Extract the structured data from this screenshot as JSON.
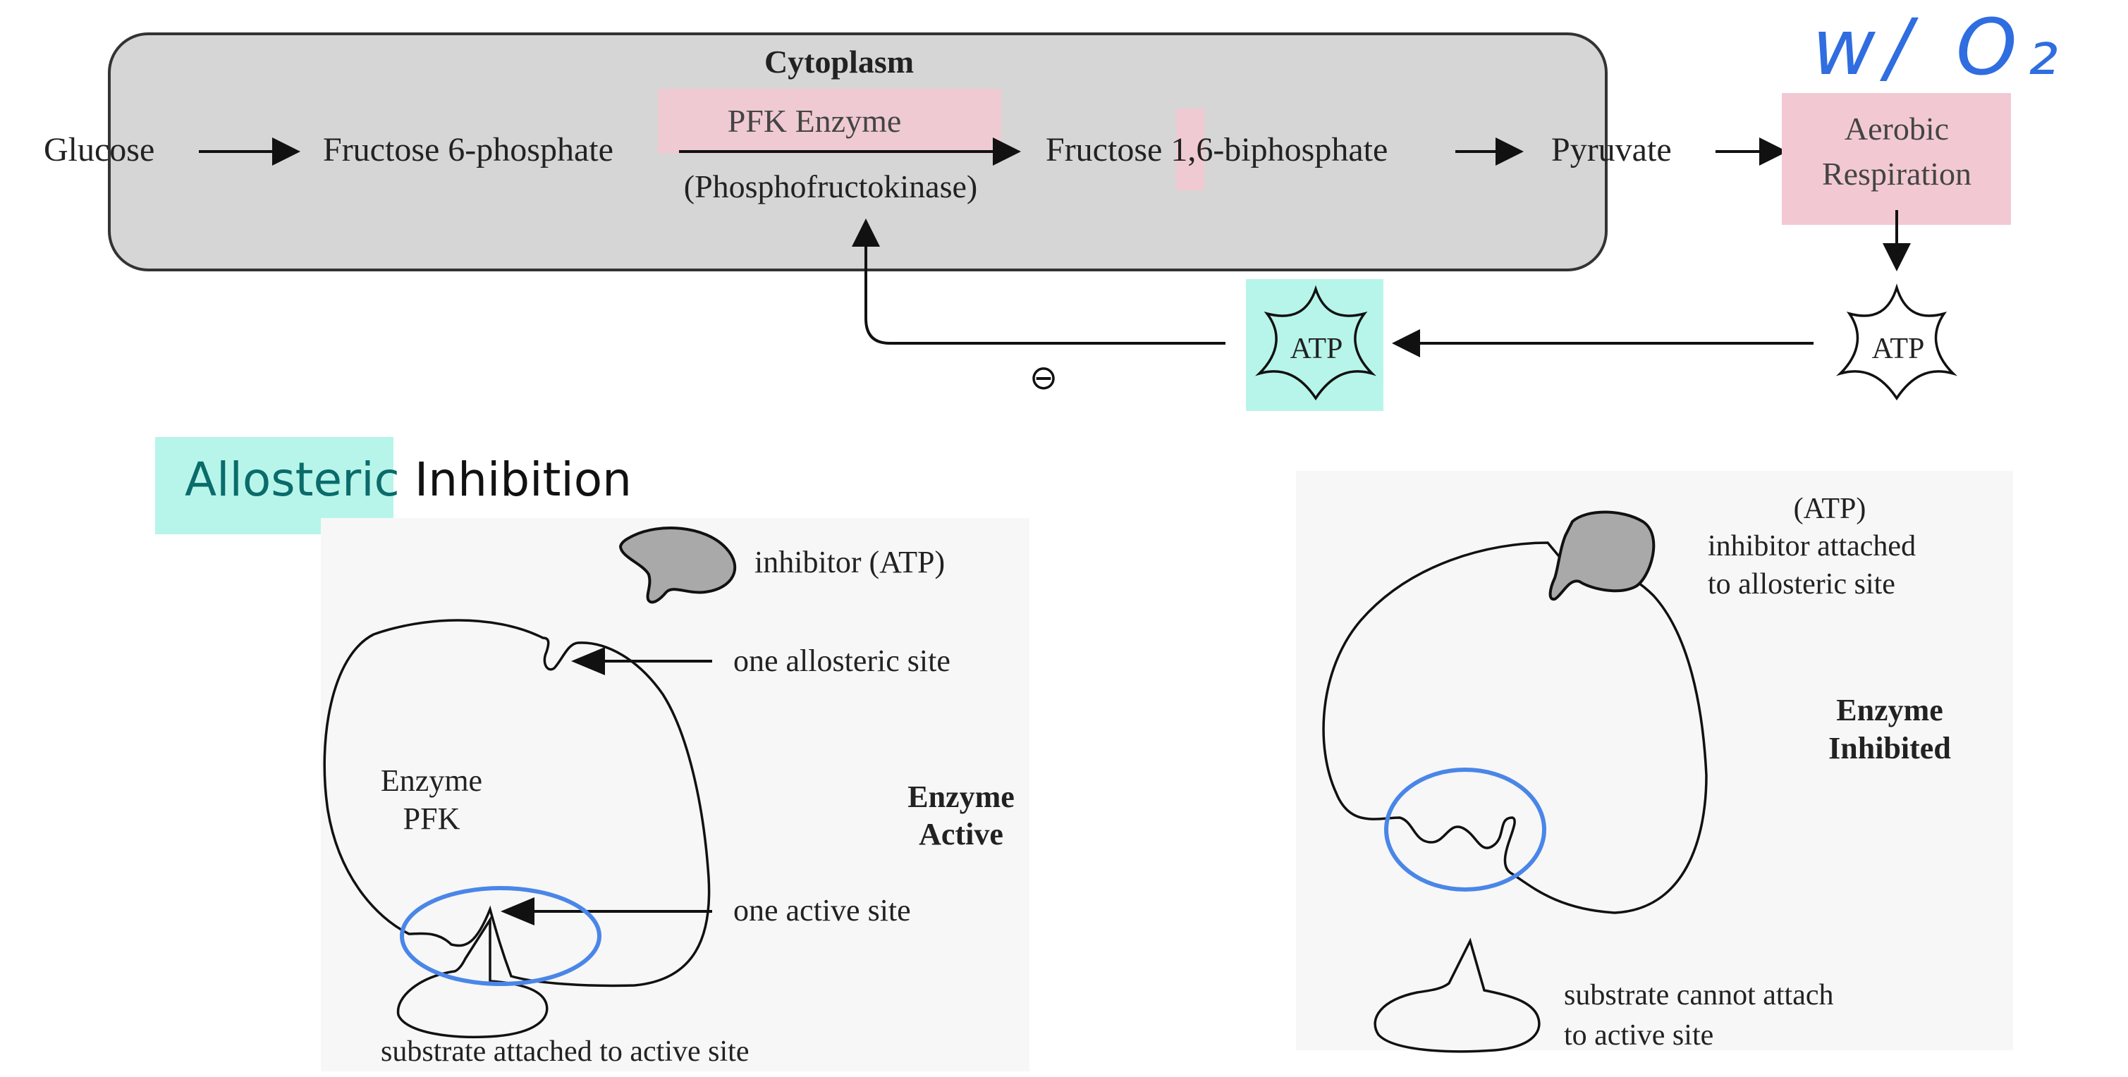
{
  "pathway": {
    "compartment_label": "Cytoplasm",
    "glucose": "Glucose",
    "f6p": "Fructose 6-phosphate",
    "enzyme_name": "PFK Enzyme",
    "enzyme_full": "(Phosphofructokinase)",
    "f16bp_prefix": "Fructose ",
    "f16bp_highlight": "1",
    "f16bp_suffix": ",6-biphosphate",
    "pyruvate": "Pyruvate",
    "aerobic_line1": "Aerobic",
    "aerobic_line2": "Respiration",
    "atp_product": "ATP",
    "atp_inhibitor": "ATP",
    "inhibition_sign": "⊖"
  },
  "handwriting": {
    "note": "w/ O₂"
  },
  "section": {
    "title_highlight": "Allosteric",
    "title_rest": " Inhibition"
  },
  "active_panel": {
    "inhibitor_label": "inhibitor (ATP)",
    "allosteric_site_label": "one allosteric site",
    "enzyme_line1": "Enzyme",
    "enzyme_line2": "PFK",
    "state_line1": "Enzyme",
    "state_line2": "Active",
    "active_site_label": "one active site",
    "substrate_label": "substrate attached to active site"
  },
  "inhibited_panel": {
    "inhibitor_line1": "(ATP)",
    "inhibitor_line2": "inhibitor attached",
    "inhibitor_line3": "to allosteric site",
    "state_line1": "Enzyme",
    "state_line2": "Inhibited",
    "substrate_line1": "substrate cannot attach",
    "substrate_line2": "to active site"
  },
  "colors": {
    "compartment_fill": "#d6d6d6",
    "pink_highlight": "#f2c9d3",
    "cyan_highlight": "#b7f5ea",
    "blue_annotation": "#4a86e8",
    "panel_background": "#f7f7f7"
  }
}
